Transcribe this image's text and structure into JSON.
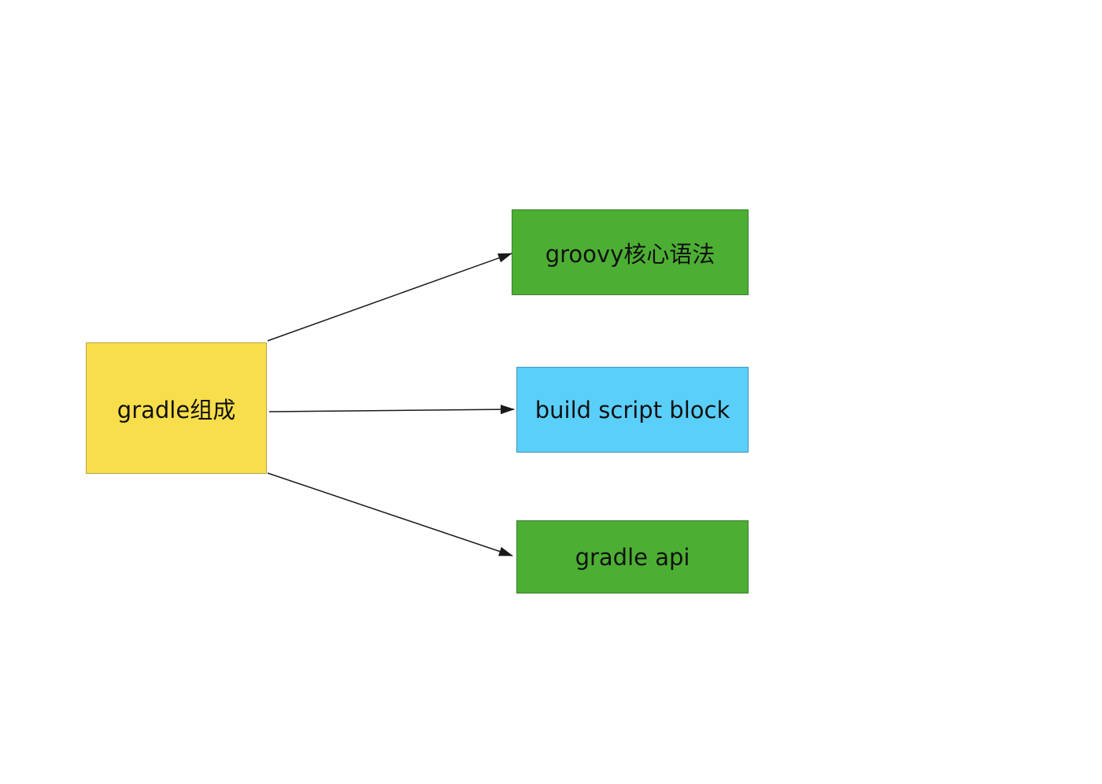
{
  "diagram": {
    "root": {
      "label": "gradle组成",
      "fill": "#F8DE4A",
      "border": "#B8A44A"
    },
    "children": [
      {
        "label": "groovy核心语法",
        "fill": "#4CAF33",
        "border": "#3E7F33"
      },
      {
        "label": "build script block",
        "fill": "#5ACFFA",
        "border": "#4496B8"
      },
      {
        "label": "gradle api",
        "fill": "#4CAF33",
        "border": "#3E7F33"
      }
    ],
    "edge_color": "#1a1a1a"
  }
}
